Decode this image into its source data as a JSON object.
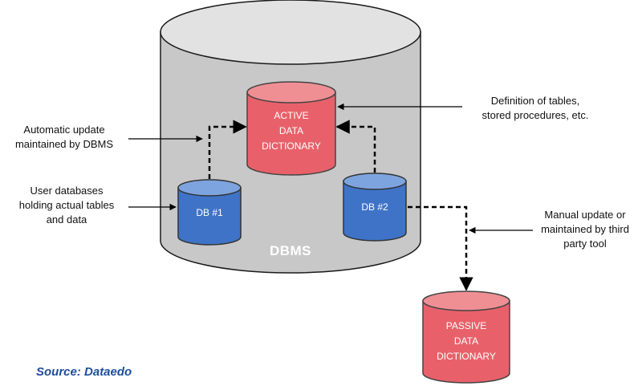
{
  "colors": {
    "dbms_body": "#c8c8c8",
    "dbms_top": "#e2e2e2",
    "dictionary_red": "#e8616a",
    "dictionary_red_top": "#ef8f94",
    "db_blue": "#3f73c8",
    "db_blue_top": "#7ea4e0",
    "source_text": "#1f4e9c"
  },
  "dbms": {
    "label": "DBMS"
  },
  "active_dictionary": {
    "lines": [
      "ACTIVE",
      "DATA",
      "DICTIONARY"
    ]
  },
  "passive_dictionary": {
    "lines": [
      "PASSIVE",
      "DATA",
      "DICTIONARY"
    ]
  },
  "db1": {
    "label": "DB #1"
  },
  "db2": {
    "label": "DB #2"
  },
  "annotations": {
    "automatic_update": [
      "Automatic update",
      "maintained  by DBMS"
    ],
    "user_databases": [
      "User databases",
      "holding actual tables",
      "and data"
    ],
    "definition_of_tables": [
      "Definition of tables,",
      "stored procedures,  etc."
    ],
    "manual_update": [
      "Manual update or",
      "maintained  by third",
      "party tool"
    ]
  },
  "source": "Source: Dataedo"
}
